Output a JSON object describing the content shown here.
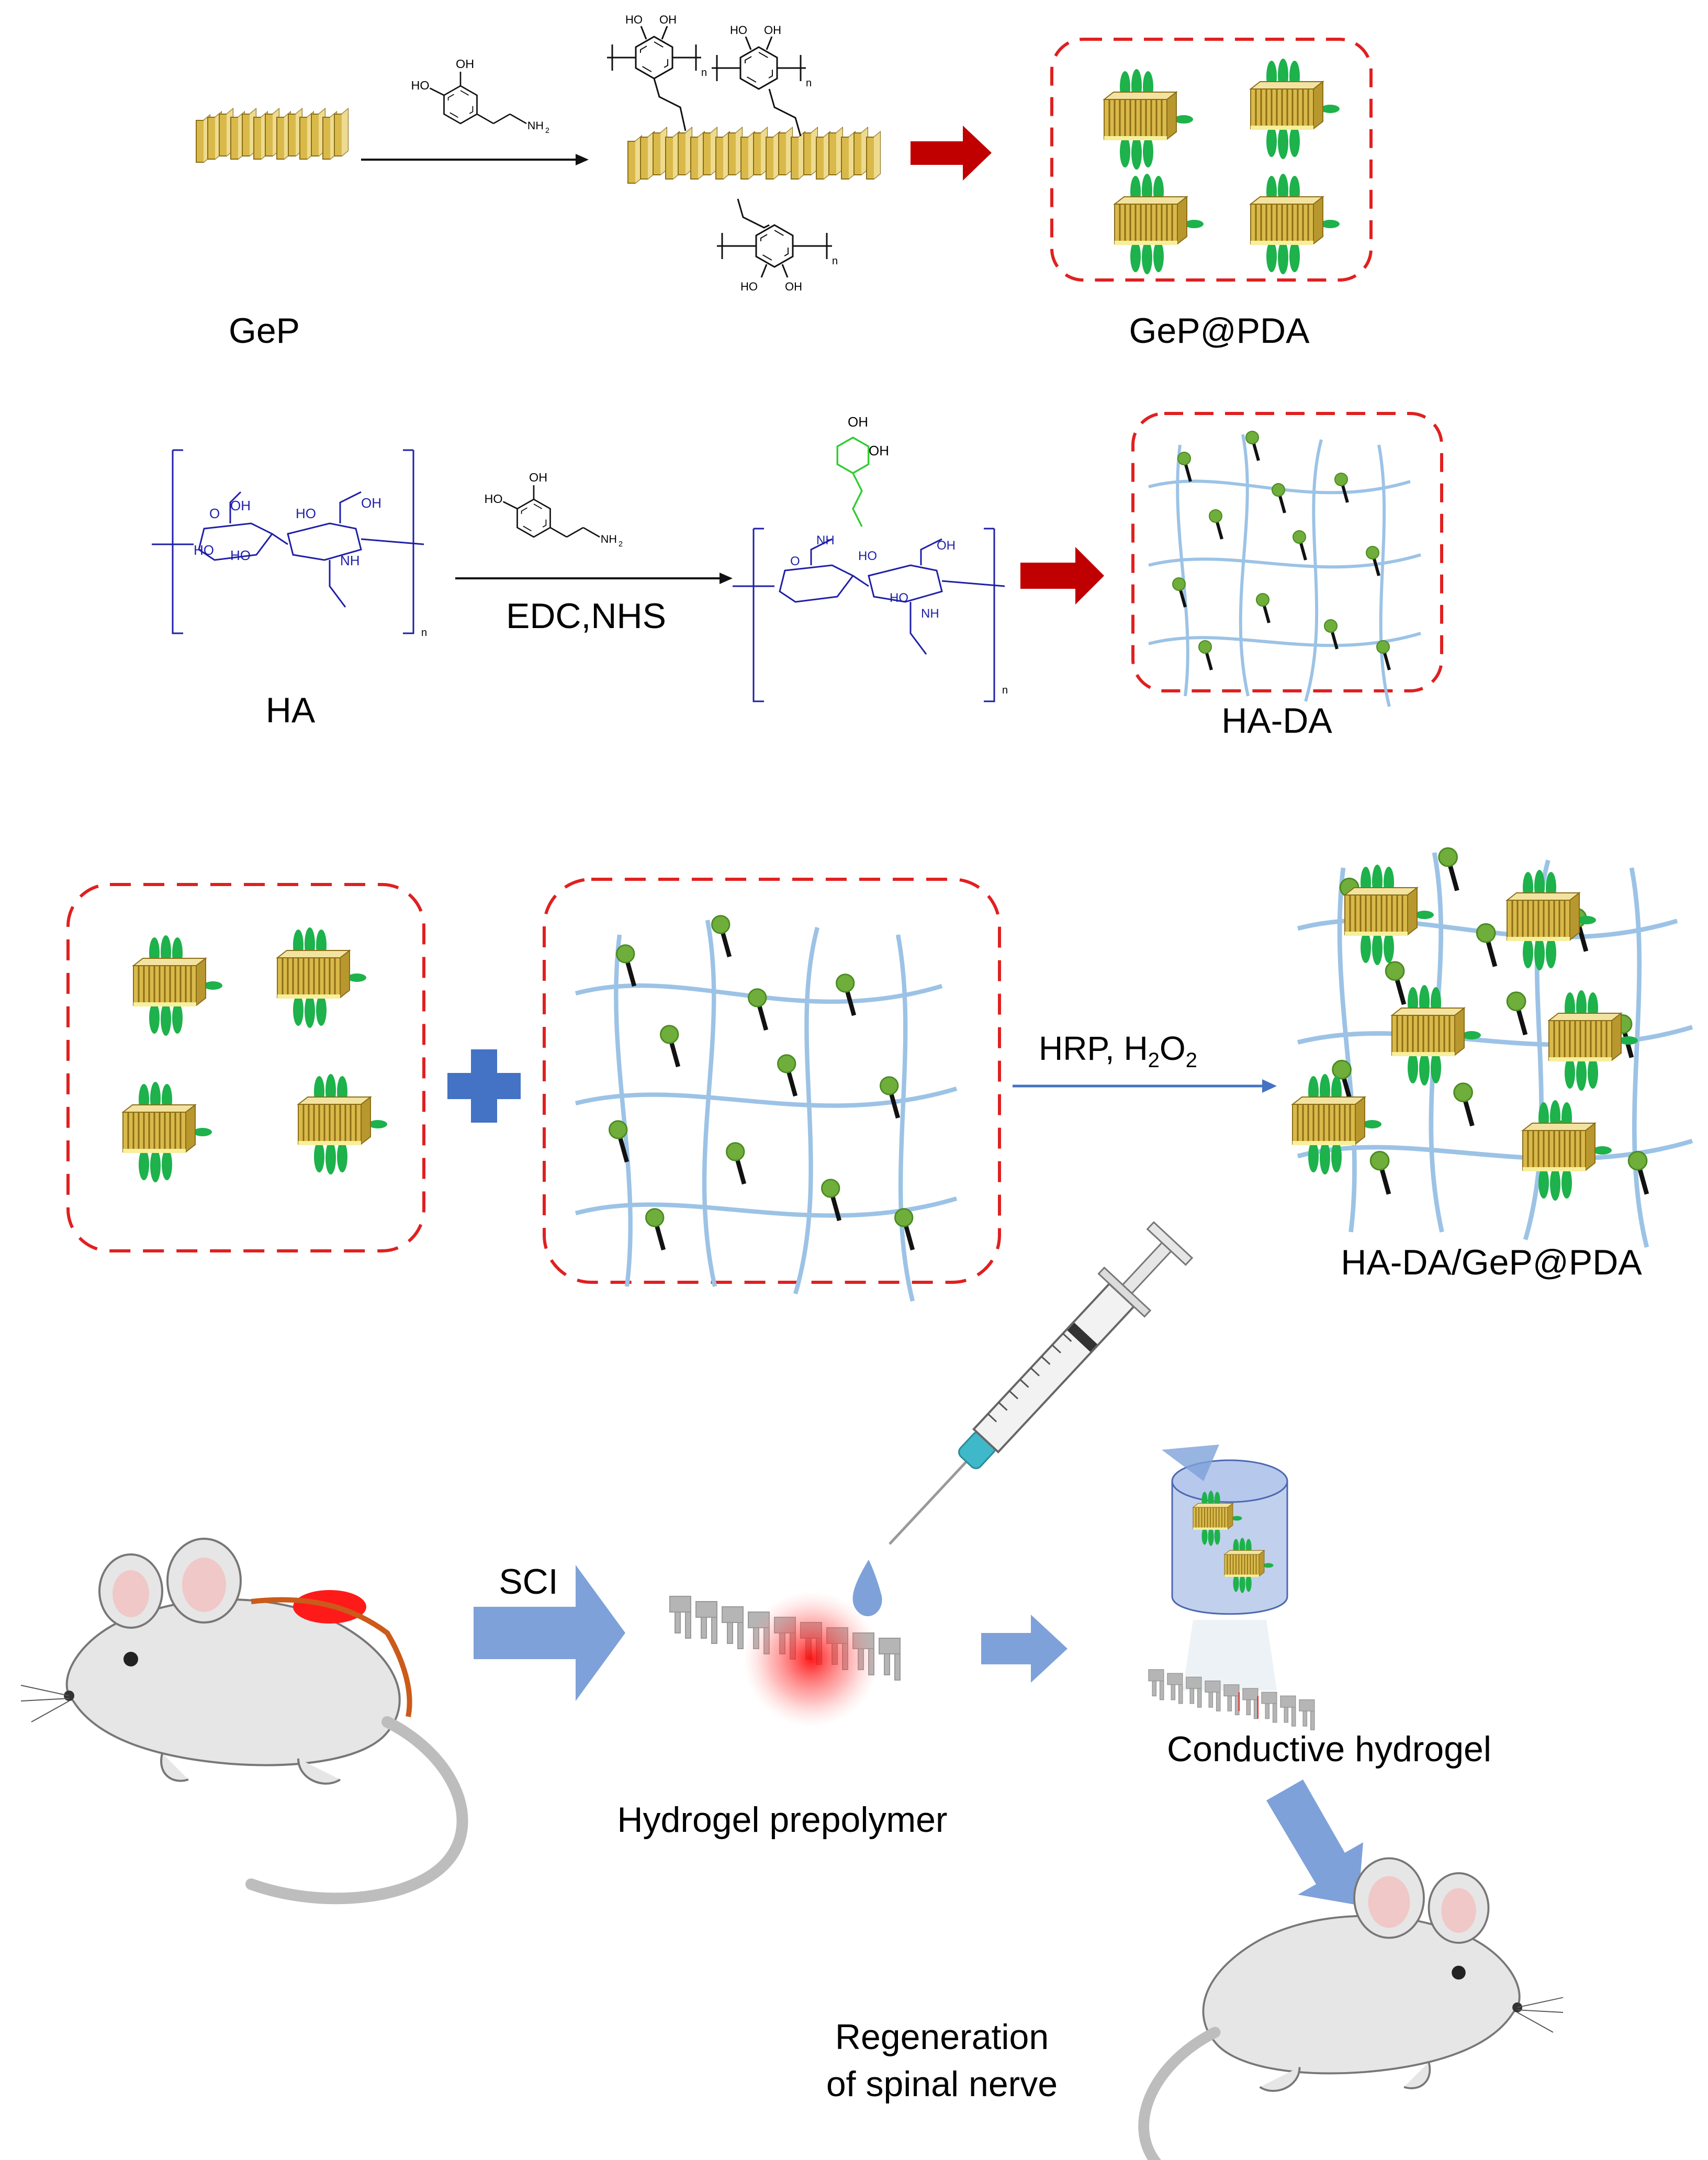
{
  "labels": {
    "gep": "GeP",
    "gep_pda": "GeP@PDA",
    "ha": "HA",
    "edc_nhs": "EDC,NHS",
    "ha_da": "HA-DA",
    "hrp_h2o2_prefix": "HRP, H",
    "hrp_h2o2_sub1": "2",
    "hrp_h2o2_o": "O",
    "hrp_h2o2_sub2": "2",
    "ha_da_gep_pda": "HA-DA/GeP@PDA",
    "sci": "SCI",
    "hydrogel_prepolymer": "Hydrogel prepolymer",
    "conductive_hydrogel": "Conductive hydrogel",
    "regeneration_line1": "Regeneration",
    "regeneration_line2": "of spinal nerve"
  },
  "chem": {
    "oh": "OH",
    "ho": "HO",
    "nh2": "NH",
    "nh2_sub": "2",
    "n": "n",
    "nh": "NH",
    "o": "O"
  },
  "colors": {
    "nanosheet_gold": "#d9b94a",
    "nanosheet_dark": "#8a6d16",
    "nanosheet_light": "#f3e3a0",
    "pda_green": "#1db24b",
    "network_blue": "#9cc3e6",
    "node_green": "#6fae3a",
    "dashed_red": "#e02020",
    "arrow_red": "#c00000",
    "arrow_blue": "#7ea1d9",
    "ha_blue": "#1f1fa8",
    "dopamine_green": "#33cc33",
    "plus_blue": "#4472c4",
    "mouse_gray": "#e6e6e6",
    "injury_red": "#ff1a1a"
  },
  "icons": {
    "syringe": "syringe-icon",
    "mouse": "mouse-icon",
    "spine": "spine-icon"
  }
}
